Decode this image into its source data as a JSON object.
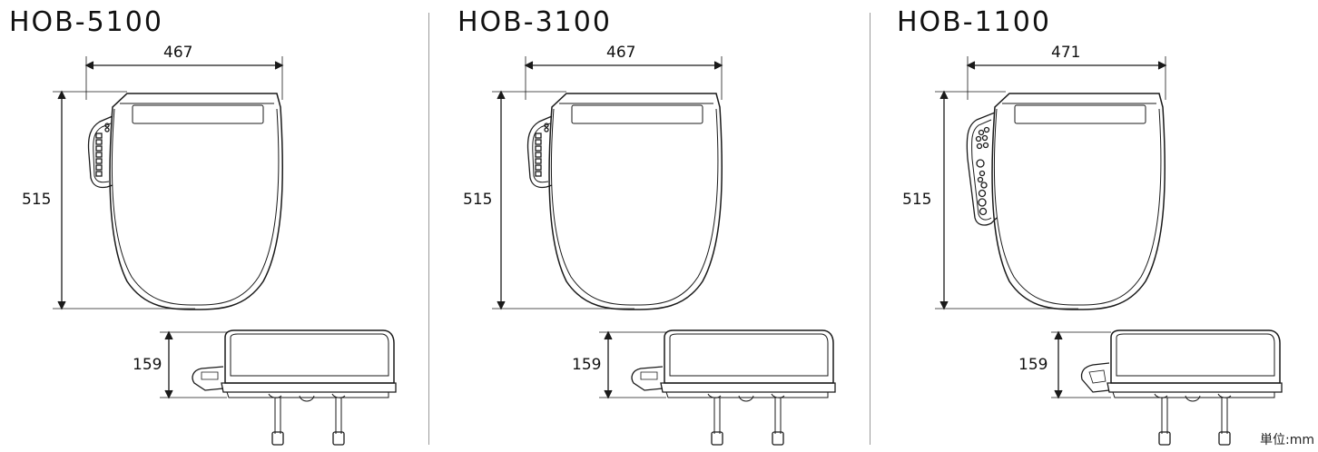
{
  "models": [
    {
      "name": "HOB-5100",
      "width": "467",
      "depth": "515",
      "height": "159",
      "remote": "rect"
    },
    {
      "name": "HOB-3100",
      "width": "467",
      "depth": "515",
      "height": "159",
      "remote": "rect"
    },
    {
      "name": "HOB-1100",
      "width": "471",
      "depth": "515",
      "height": "159",
      "remote": "round"
    }
  ],
  "unit_label": "単位:mm"
}
